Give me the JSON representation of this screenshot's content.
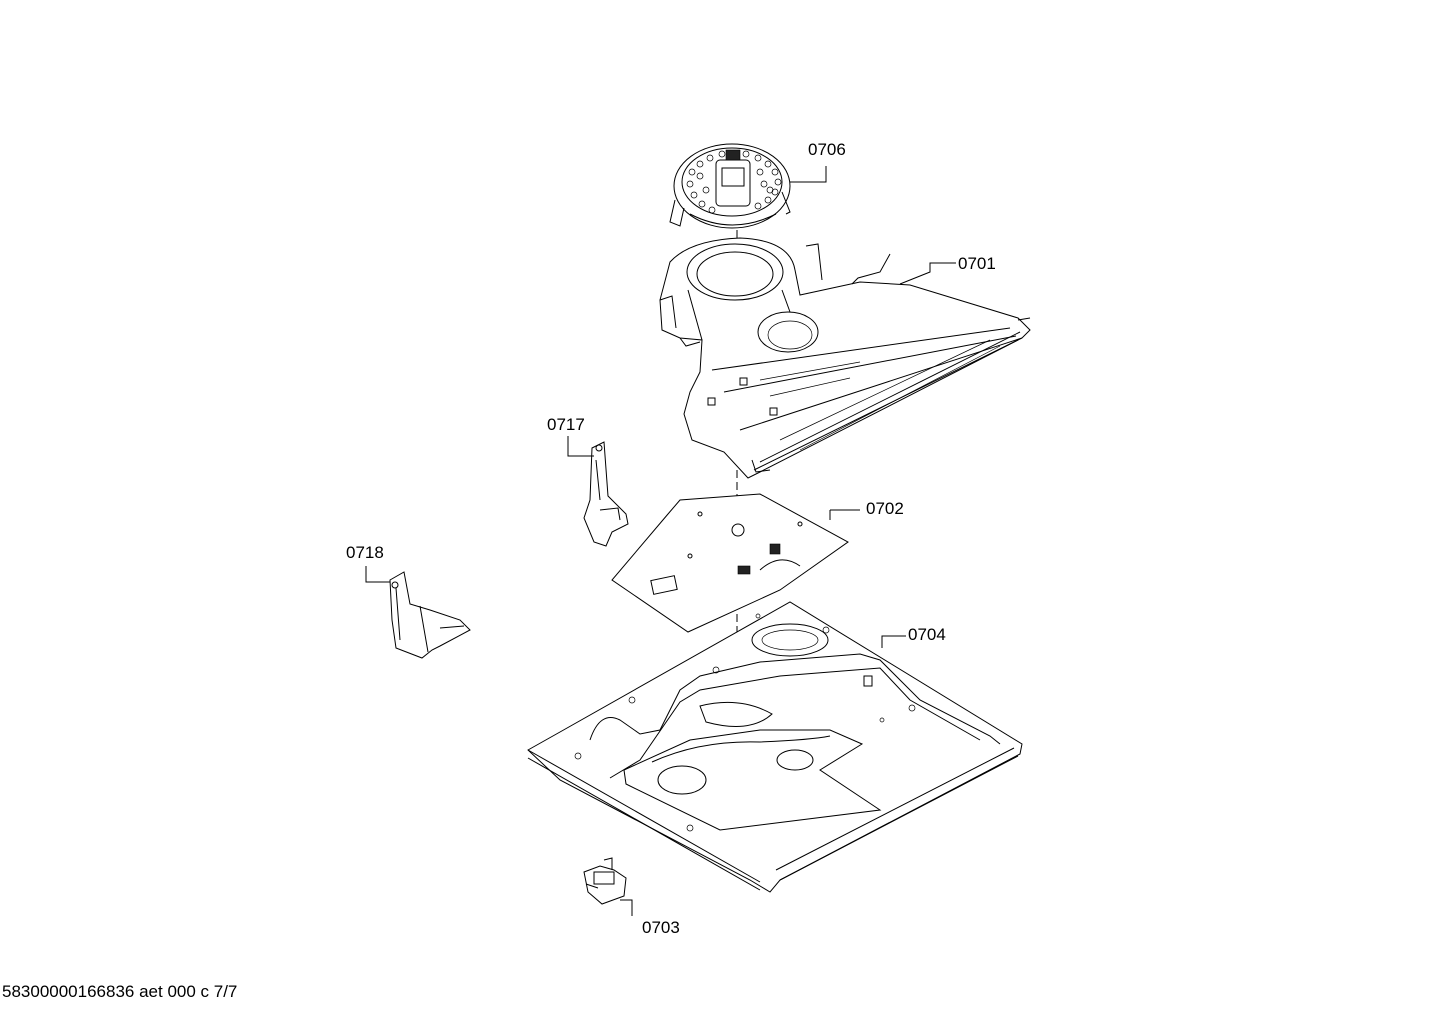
{
  "parts": {
    "p0706": "0706",
    "p0701": "0701",
    "p0717": "0717",
    "p0702": "0702",
    "p0718": "0718",
    "p0704": "0704",
    "p0703": "0703"
  },
  "footer": {
    "doc_id": "58300000166836 aet 000 c 7/7"
  }
}
